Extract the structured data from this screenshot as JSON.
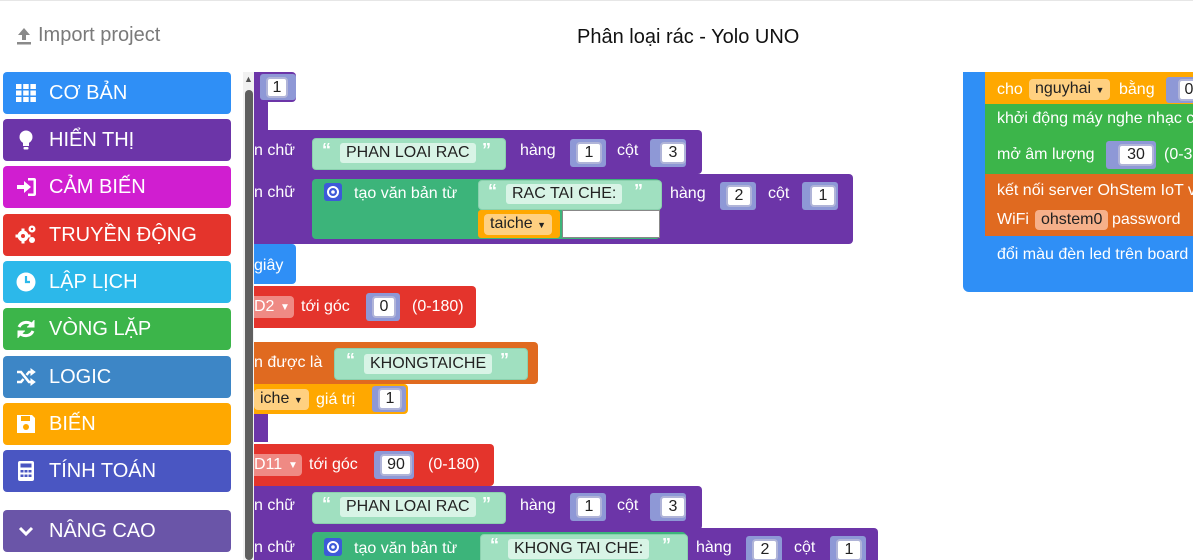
{
  "header": {
    "import_label": "Import project",
    "project_title": "Phân loại rác - Yolo UNO"
  },
  "sidebar": {
    "categories": [
      {
        "label": "CƠ BẢN",
        "color": "#2f8ff6",
        "icon": "grid-icon"
      },
      {
        "label": "HIỂN THỊ",
        "color": "#6c35a8",
        "icon": "lightbulb-icon"
      },
      {
        "label": "CẢM BIẾN",
        "color": "#d01ed0",
        "icon": "sign-in-icon"
      },
      {
        "label": "TRUYỀN ĐỘNG",
        "color": "#e4342c",
        "icon": "gears-icon"
      },
      {
        "label": "LẬP LỊCH",
        "color": "#2cb8ea",
        "icon": "clock-icon"
      },
      {
        "label": "VÒNG LẶP",
        "color": "#3cb54a",
        "icon": "refresh-icon"
      },
      {
        "label": "LOGIC",
        "color": "#3d86c6",
        "icon": "shuffle-icon"
      },
      {
        "label": "BIẾN",
        "color": "#ffa800",
        "icon": "save-icon"
      },
      {
        "label": "TÍNH TOÁN",
        "color": "#4a56c2",
        "icon": "calculator-icon"
      },
      {
        "label": "NÂNG CAO",
        "color": "#6a55a8",
        "icon": "chevron-down-icon"
      }
    ]
  },
  "workspace": {
    "row1": {
      "value": "1"
    },
    "print1": {
      "prefix": "n chữ",
      "text": "PHAN LOAI RAC",
      "row_label": "hàng",
      "row": "1",
      "col_label": "cột",
      "col": "3"
    },
    "print2": {
      "prefix": "n chữ",
      "join_label": "tạo văn bản từ",
      "text": "RAC TAI CHE:",
      "var": "taiche",
      "row_label": "hàng",
      "row": "2",
      "col_label": "cột",
      "col": "1"
    },
    "wait": {
      "label": "giây"
    },
    "servo1": {
      "pin": "D2",
      "to_label": "tới góc",
      "angle": "0",
      "range": "(0-180)"
    },
    "set1": {
      "label": "n được là",
      "text": "KHONGTAICHE"
    },
    "change1": {
      "var": "iche",
      "label": "giá trị",
      "value": "1"
    },
    "servo2": {
      "pin": "D11",
      "to_label": "tới góc",
      "angle": "90",
      "range": "(0-180)"
    },
    "print3": {
      "prefix": "n chữ",
      "text": "PHAN LOAI RAC",
      "row_label": "hàng",
      "row": "1",
      "col_label": "cột",
      "col": "3"
    },
    "print4": {
      "prefix": "n chữ",
      "join_label": "tạo văn bản từ",
      "text": "KHONG TAI CHE:",
      "row_label": "hàng",
      "row": "2",
      "col_label": "cột",
      "col": "1"
    },
    "right": {
      "set_label": "cho",
      "set_var": "nguyhai",
      "set_mid": "bằng",
      "set_val": "0",
      "music": "khởi động máy nghe nhạc c",
      "volume_label": "mở âm lượng",
      "volume": "30",
      "volume_range": "(0-3",
      "server": "kết nối server OhStem IoT v",
      "wifi_label": "WiFi",
      "wifi_name": "ohstem0",
      "password_label": "password",
      "led": "đổi màu đèn led trên board"
    }
  }
}
